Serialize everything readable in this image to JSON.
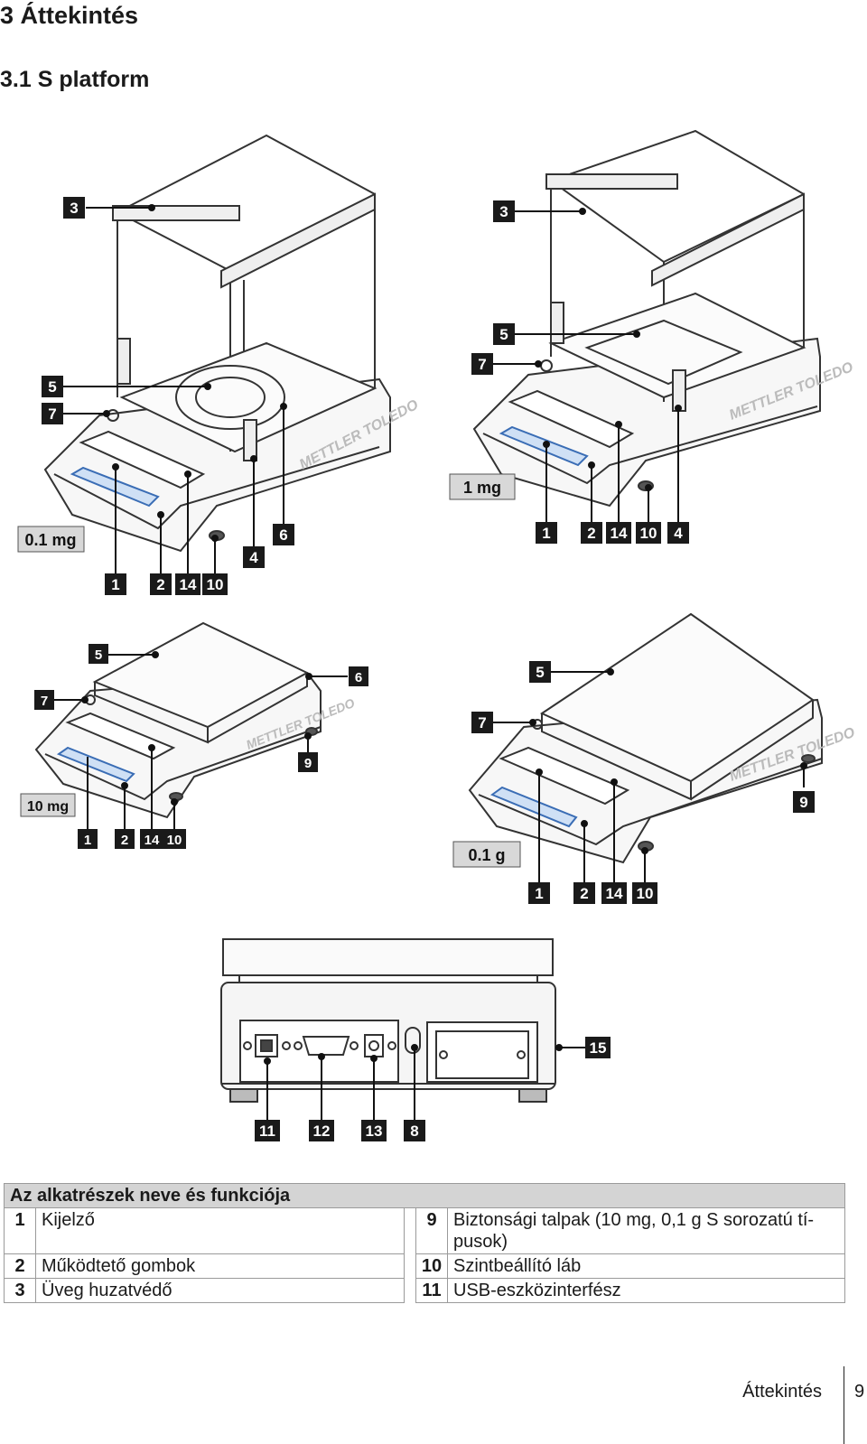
{
  "heading": "3 Áttekintés",
  "subheading": "3.1 S platform",
  "callouts": {
    "top_left": [
      "3",
      "5",
      "7",
      "1",
      "2",
      "14",
      "10",
      "4",
      "6"
    ],
    "top_right": [
      "3",
      "5",
      "7",
      "1",
      "2",
      "14",
      "10",
      "4"
    ],
    "middle_left": [
      "5",
      "7",
      "6",
      "9",
      "1",
      "2",
      "14",
      "10"
    ],
    "middle_right": [
      "5",
      "7",
      "9",
      "1",
      "2",
      "14",
      "10"
    ],
    "rear": [
      "15",
      "11",
      "12",
      "13",
      "8"
    ]
  },
  "readability": {
    "top_left": "0.1 mg",
    "top_right": "1 mg",
    "middle_left": "10 mg",
    "middle_right": "0.1 g"
  },
  "brand": "METTLER TOLEDO",
  "parts_table": {
    "title": "Az alkatrészek neve és funkciója",
    "rows": [
      {
        "n1": "1",
        "l1": "Kijelző",
        "n2": "9",
        "l2": "Biztonsági talpak (10 mg, 0,1 g S sorozatú tí-pusok)"
      },
      {
        "n1": "2",
        "l1": "Működtető gombok",
        "n2": "10",
        "l2": "Szintbeállító láb"
      },
      {
        "n1": "3",
        "l1": "Üveg huzatvédő",
        "n2": "11",
        "l2": "USB-eszközinterfész"
      }
    ]
  },
  "footer": {
    "section": "Áttekintés",
    "page": "9"
  }
}
